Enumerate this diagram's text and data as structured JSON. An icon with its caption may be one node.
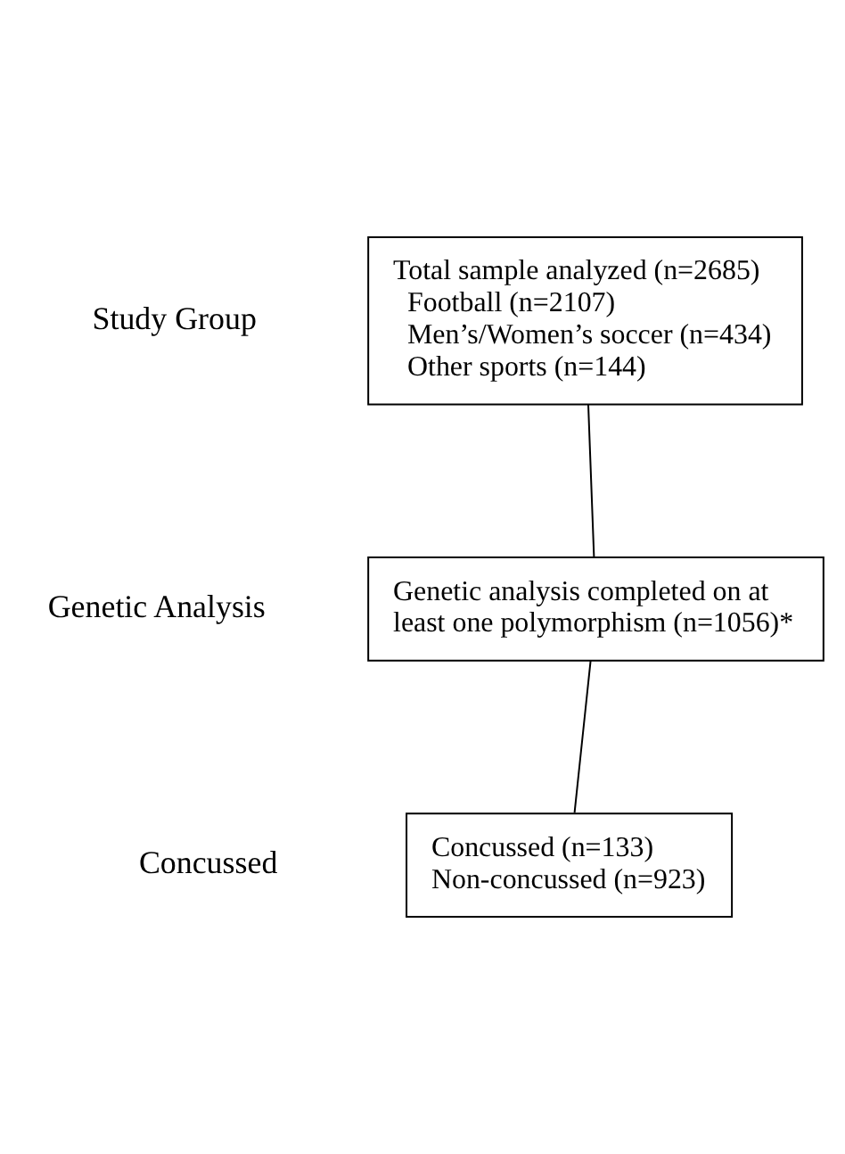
{
  "diagram": {
    "nodes": [
      {
        "text": [
          "Total sample analyzed (n=2685)",
          "Football (n=2107)",
          "Men’s/Women’s soccer (n=434)",
          "Other sports (n=144)"
        ]
      },
      {
        "text": [
          "Genetic analysis completed on at least one polymorphism (n=1056)*"
        ]
      },
      {
        "text": [
          "Concussed (n=133)",
          "Non-concussed (n=923)"
        ]
      }
    ],
    "edges": [
      {
        "from": 0,
        "to": 1,
        "arrow": "none"
      },
      {
        "from": 1,
        "to": 2,
        "arrow": "none"
      }
    ],
    "labels": [
      "Study Group",
      "Genetic Analysis",
      "Concussed"
    ]
  }
}
